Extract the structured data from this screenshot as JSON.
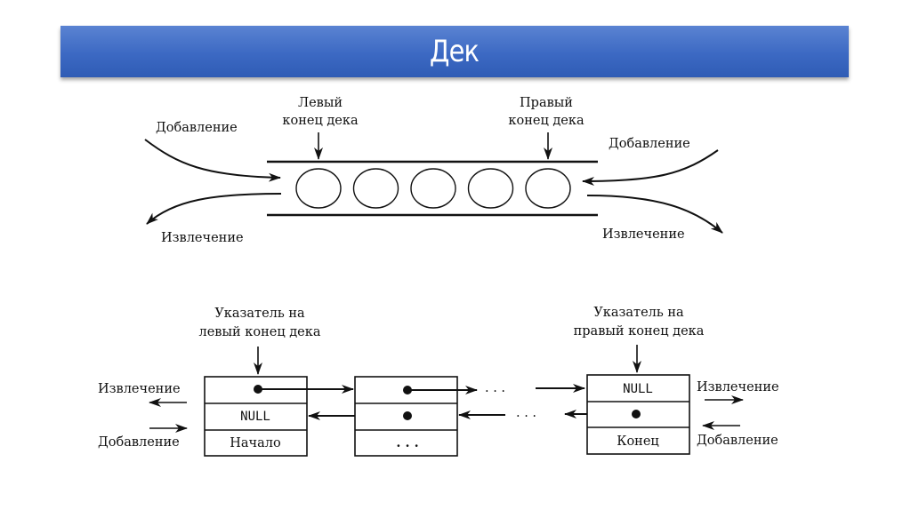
{
  "slide": {
    "title": "Дек",
    "title_bar_color": "#3c69c3"
  },
  "diagram_top": {
    "left_end_label": [
      "Левый",
      "конец дека"
    ],
    "right_end_label": [
      "Правый",
      "конец дека"
    ],
    "left_add": "Добавление",
    "left_remove": "Извлечение",
    "right_add": "Добавление",
    "right_remove": "Извлечение",
    "element_count": 5
  },
  "diagram_bottom": {
    "left_pointer_label": [
      "Указатель на",
      "левый конец дека"
    ],
    "right_pointer_label": [
      "Указатель на",
      "правый конец дека"
    ],
    "left_remove": "Извлечение",
    "left_add": "Добавление",
    "right_remove": "Извлечение",
    "right_add": "Добавление",
    "ellipsis": ". . .",
    "nodes": [
      {
        "row1": "",
        "row2": "NULL",
        "row3": "Начало"
      },
      {
        "row1": "",
        "row2": "",
        "row3": ". . ."
      },
      {
        "row1": "NULL",
        "row2": "",
        "row3": "Конец"
      }
    ]
  }
}
